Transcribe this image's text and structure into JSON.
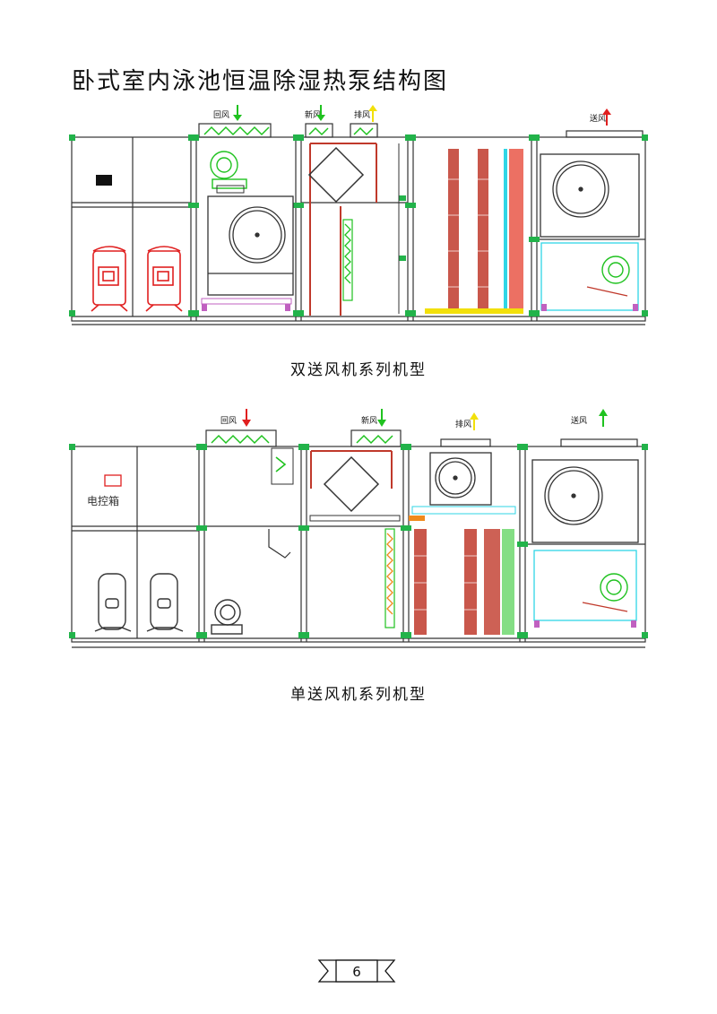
{
  "page": {
    "title": "卧式室内泳池恒温除湿热泵结构图",
    "page_number": "6"
  },
  "diagram_top": {
    "caption": "双送风机系列机型",
    "labels": {
      "return_air": "回风",
      "fresh_air": "新风",
      "exhaust_air": "排风",
      "supply_air": "送风"
    }
  },
  "diagram_bottom": {
    "caption": "单送风机系列机型",
    "labels": {
      "return_air": "回风",
      "fresh_air": "新风",
      "exhaust_air": "排风",
      "supply_air": "送风",
      "control_box": "电控箱"
    }
  },
  "colors": {
    "frame": "#333333",
    "corner": "#22b34a",
    "coil": "#c0392b",
    "arrow_green": "#1fc21f",
    "arrow_red": "#e01f1f",
    "arrow_yellow": "#f2e00a",
    "cyan": "#2fd6e6",
    "magenta": "#d84fd8",
    "orange": "#f08a1c"
  },
  "icons": [
    "arrow-down-icon",
    "arrow-up-icon",
    "fan-icon",
    "compressor-icon",
    "damper-icon"
  ]
}
